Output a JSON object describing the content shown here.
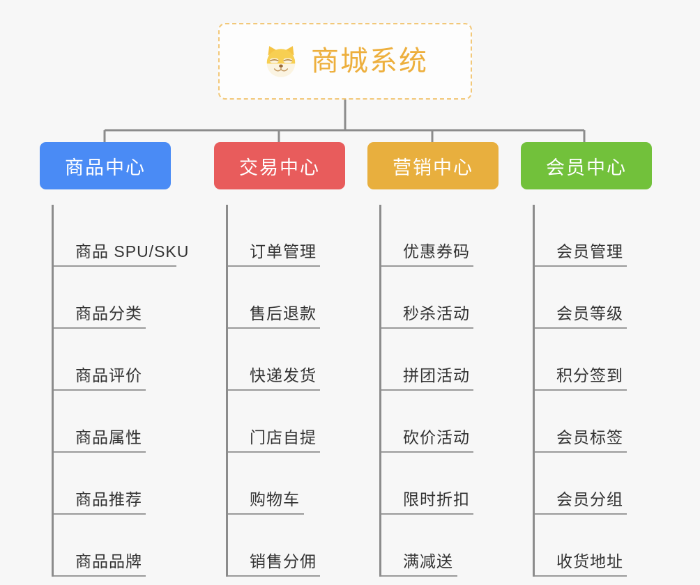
{
  "root": {
    "title": "商城系统",
    "icon": "shiba-inu-icon",
    "title_color": "#edaf3d",
    "border_color": "#f2c879"
  },
  "theme": {
    "background": "#f7f7f7",
    "connector_color": "#8c8c8c",
    "leaf_text_color": "#333333",
    "leaf_rule_color": "#9a9a9a"
  },
  "branches": [
    {
      "label": "商品中心",
      "color": "#4a8bf5",
      "items": [
        "商品 SPU/SKU",
        "商品分类",
        "商品评价",
        "商品属性",
        "商品推荐",
        "商品品牌"
      ]
    },
    {
      "label": "交易中心",
      "color": "#e85c5c",
      "items": [
        "订单管理",
        "售后退款",
        "快递发货",
        "门店自提",
        "购物车",
        "销售分佣"
      ]
    },
    {
      "label": "营销中心",
      "color": "#e8af3e",
      "items": [
        "优惠券码",
        "秒杀活动",
        "拼团活动",
        "砍价活动",
        "限时折扣",
        "满减送"
      ]
    },
    {
      "label": "会员中心",
      "color": "#72c13b",
      "items": [
        "会员管理",
        "会员等级",
        "积分签到",
        "会员标签",
        "会员分组",
        "收货地址"
      ]
    }
  ],
  "chart_data": {
    "type": "diagram",
    "diagram_kind": "org-chart",
    "title": "商城系统",
    "levels": 2,
    "root": "商城系统",
    "nodes": [
      {
        "parent": "商城系统",
        "name": "商品中心",
        "color": "#4a8bf5",
        "children": [
          "商品 SPU/SKU",
          "商品分类",
          "商品评价",
          "商品属性",
          "商品推荐",
          "商品品牌"
        ]
      },
      {
        "parent": "商城系统",
        "name": "交易中心",
        "color": "#e85c5c",
        "children": [
          "订单管理",
          "售后退款",
          "快递发货",
          "门店自提",
          "购物车",
          "销售分佣"
        ]
      },
      {
        "parent": "商城系统",
        "name": "营销中心",
        "color": "#e8af3e",
        "children": [
          "优惠券码",
          "秒杀活动",
          "拼团活动",
          "砍价活动",
          "限时折扣",
          "满减送"
        ]
      },
      {
        "parent": "商城系统",
        "name": "会员中心",
        "color": "#72c13b",
        "children": [
          "会员管理",
          "会员等级",
          "积分签到",
          "会员标签",
          "会员分组",
          "收货地址"
        ]
      }
    ]
  }
}
